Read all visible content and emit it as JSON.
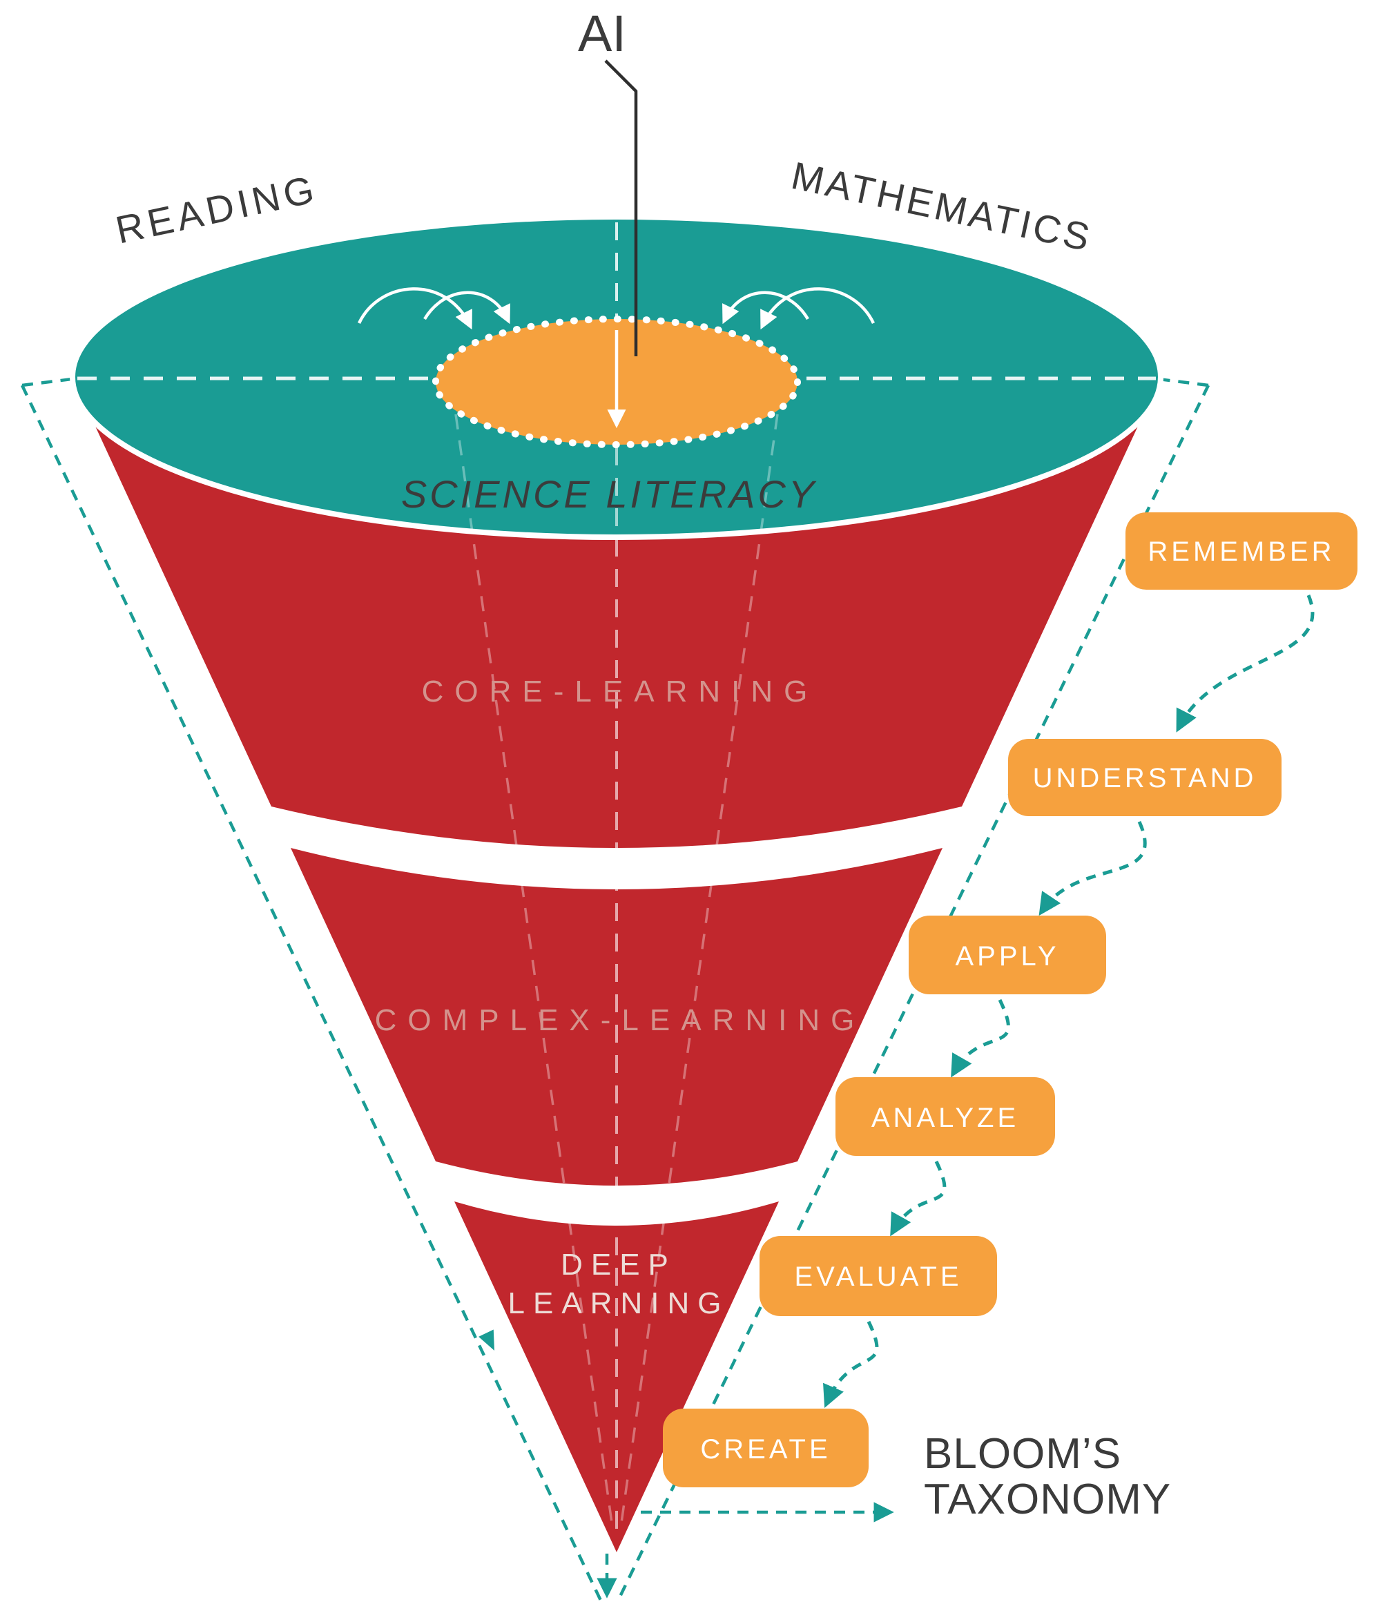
{
  "diagram": {
    "ai_label": "AI",
    "labels": {
      "reading": "READING",
      "mathematics": "MATHEMATICS",
      "science_literacy": "SCIENCE LITERACY"
    },
    "cone": {
      "sections": [
        {
          "label": "CORE-LEARNING"
        },
        {
          "label": "COMPLEX-LEARNING"
        },
        {
          "label": "DEEP LEARNING",
          "line1": "DEEP",
          "line2": "LEARNING"
        }
      ]
    },
    "bloom": {
      "stages": [
        {
          "label": "REMEMBER"
        },
        {
          "label": "UNDERSTAND"
        },
        {
          "label": "APPLY"
        },
        {
          "label": "ANALYZE"
        },
        {
          "label": "EVALUATE"
        },
        {
          "label": "CREATE"
        }
      ],
      "caption_line1": "BLOOM’S",
      "caption_line2": "TAXONOMY"
    },
    "colors": {
      "teal": "#1A9C94",
      "red": "#C1272D",
      "orange": "#F6A13E",
      "dark_text": "#3B3B3B",
      "cone_label_text": "#D4938D",
      "white": "#FFFFFF"
    }
  }
}
